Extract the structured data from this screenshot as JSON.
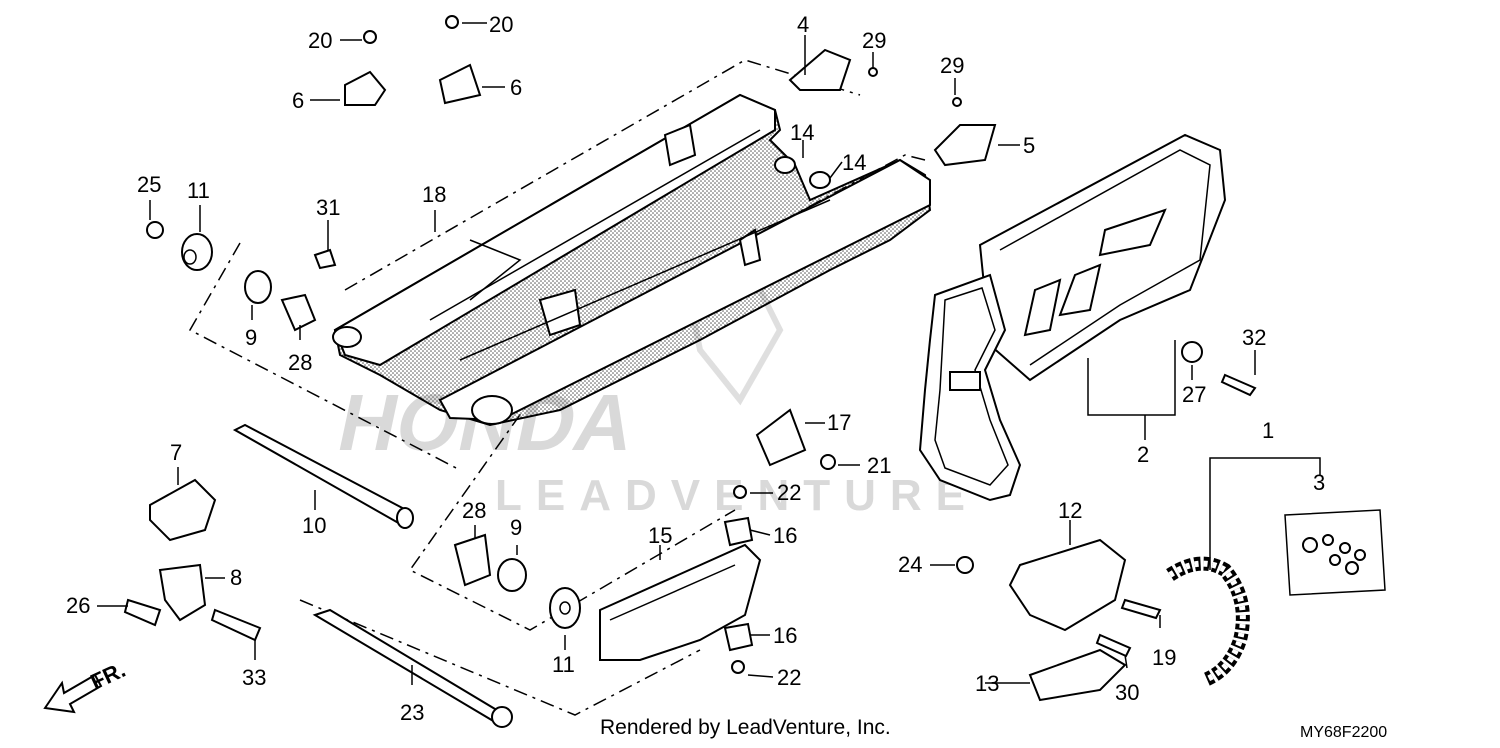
{
  "diagram": {
    "code": "MY68F2200",
    "footer": "Rendered by LeadVenture, Inc.",
    "front_marker": "FR.",
    "watermark": {
      "brand": "HONDA",
      "vendor": "LEADVENTURE"
    },
    "part_labels": [
      "1",
      "2",
      "3",
      "4",
      "5",
      "6",
      "6",
      "7",
      "8",
      "9",
      "9",
      "10",
      "11",
      "11",
      "12",
      "13",
      "14",
      "14",
      "15",
      "16",
      "16",
      "17",
      "18",
      "19",
      "20",
      "20",
      "21",
      "22",
      "22",
      "23",
      "24",
      "25",
      "26",
      "27",
      "28",
      "28",
      "29",
      "29",
      "30",
      "31",
      "32",
      "33"
    ]
  }
}
